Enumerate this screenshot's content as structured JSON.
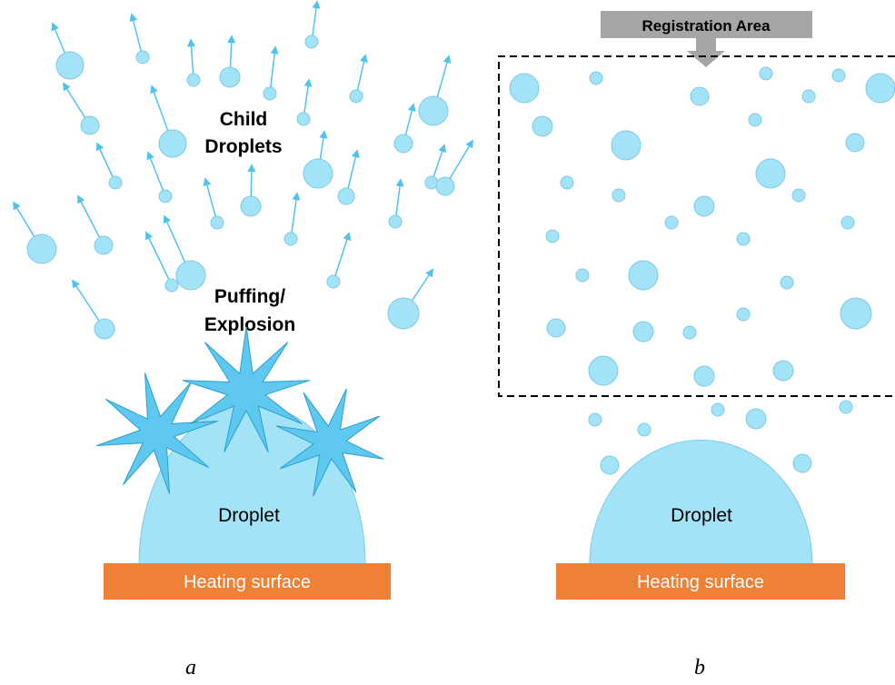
{
  "panel_a": {
    "child_label_line1": "Child",
    "child_label_line2": "Droplets",
    "puff_label_line1": "Puffing/",
    "puff_label_line2": "Explosion",
    "droplet_label": "Droplet",
    "surface_label": "Heating surface",
    "panel_letter": "a"
  },
  "panel_b": {
    "registration_label": "Registration Area",
    "droplet_label": "Droplet",
    "surface_label": "Heating surface",
    "panel_letter": "b"
  },
  "colors": {
    "droplet_fill": "#a3e3f8",
    "droplet_stroke": "#7fc9e4",
    "arrow": "#4fc3ef",
    "star_fill": "#5ec8f0",
    "star_stroke": "#2aa0d0",
    "surface": "#ee8135",
    "surface_text": "#ffffff",
    "reg_box": "#a6a6a6",
    "dash": "#000000"
  }
}
